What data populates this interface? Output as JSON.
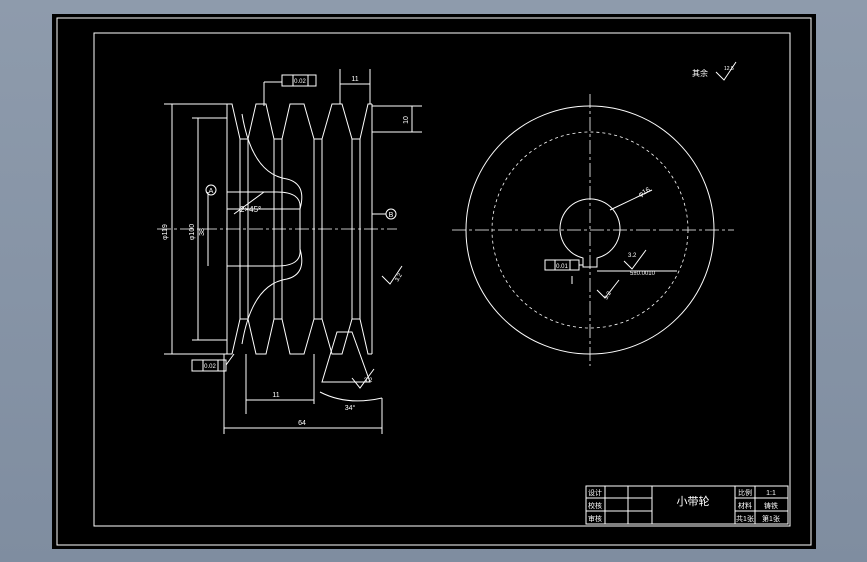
{
  "title_block": {
    "part_name": "小带轮",
    "designer_label": "设计",
    "checker_label": "校核",
    "reviewer_label": "审核",
    "scale_label": "比例",
    "scale_value": "1:1",
    "material_label": "材料",
    "material_value": "铸铁",
    "sheet_label": "共1张",
    "sheet_value": "第1张"
  },
  "side_view": {
    "dim_groove_pitch": "11",
    "dim_top_right": "10",
    "dim_overall_dia": "φ119",
    "dim_bore_dia": "φ100",
    "dim_hub_dia": "38",
    "chamfer": "2×45°",
    "dim_bottom_pitch": "11",
    "dim_total_width": "64",
    "groove_angle": "34°",
    "fcf_top": "0.02",
    "fcf_bottom": "0.02",
    "roughness_groove": "3.2",
    "roughness_right": "3.2",
    "datum_a": "A",
    "datum_b": "B"
  },
  "front_view": {
    "bore_label": "φ16",
    "keyway_fcf": "0.01",
    "keyway_roughness": "3.2",
    "keyway_width": "5±0.0010",
    "roughness_bottom": "3.2"
  },
  "general_note": {
    "label": "其余",
    "roughness_value": "12.5"
  }
}
